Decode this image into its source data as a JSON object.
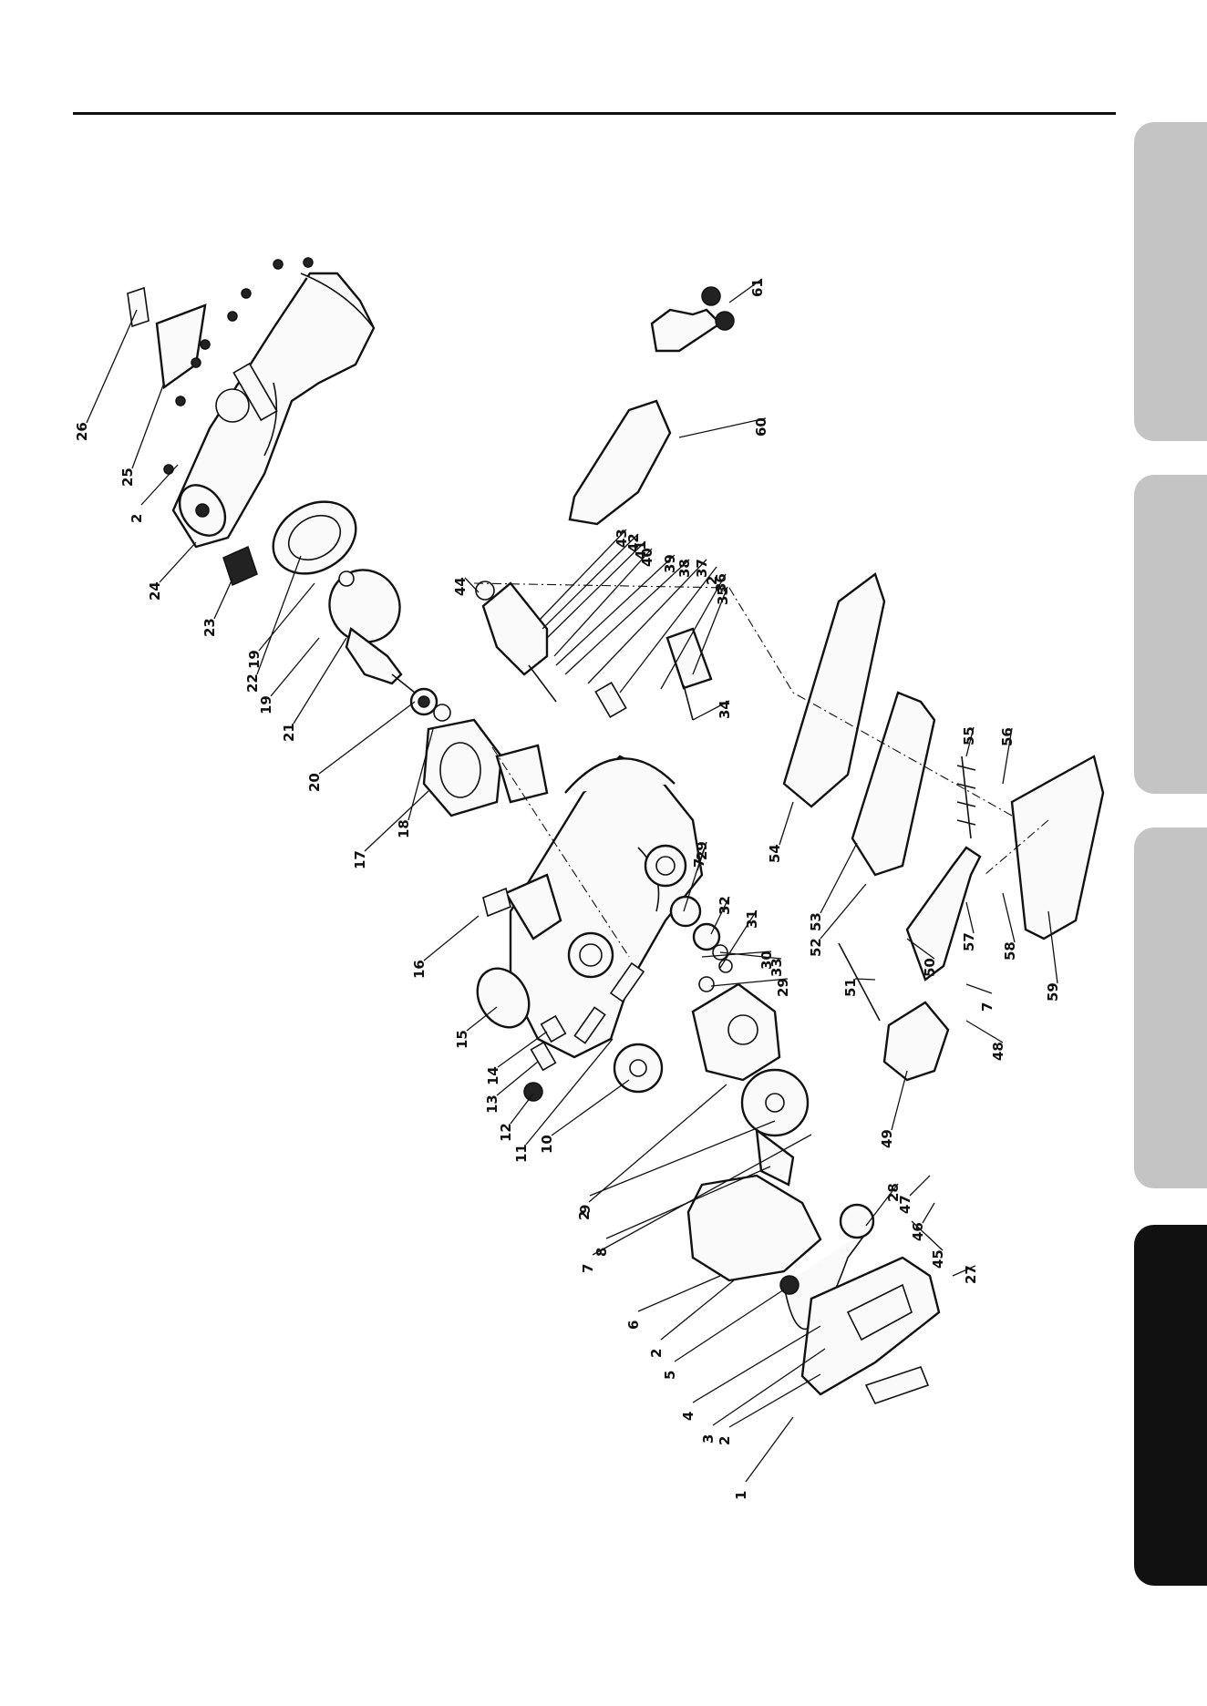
{
  "page": {
    "section_tabs": [
      {
        "name": "section-tab-1",
        "state": "inactive",
        "color": "#c4c4c4"
      },
      {
        "name": "section-tab-2",
        "state": "inactive",
        "color": "#c4c4c4"
      },
      {
        "name": "section-tab-3",
        "state": "inactive",
        "color": "#c4c4c4"
      },
      {
        "name": "section-tab-4",
        "state": "active",
        "color": "#111111"
      }
    ]
  },
  "diagram": {
    "part_numbers": [
      "1",
      "2",
      "3",
      "4",
      "5",
      "2",
      "6",
      "7",
      "8",
      "9",
      "10",
      "2",
      "11",
      "12",
      "13",
      "14",
      "15",
      "16",
      "17",
      "18",
      "19",
      "20",
      "21",
      "19",
      "22",
      "23",
      "24",
      "2",
      "25",
      "26",
      "27",
      "28",
      "29",
      "29",
      "30",
      "31",
      "32",
      "7",
      "33",
      "34",
      "35",
      "36",
      "2",
      "37",
      "38",
      "39",
      "40",
      "41",
      "42",
      "43",
      "44",
      "45",
      "46",
      "47",
      "48",
      "49",
      "7",
      "50",
      "51",
      "52",
      "53",
      "54",
      "55",
      "56",
      "57",
      "58",
      "59",
      "60",
      "61"
    ]
  }
}
